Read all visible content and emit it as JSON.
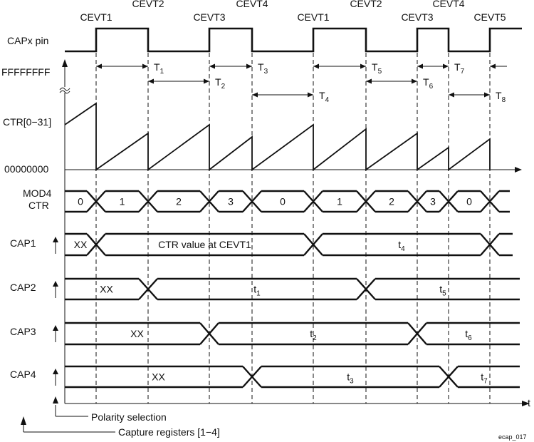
{
  "events": [
    "CEVT1",
    "CEVT2",
    "CEVT3",
    "CEVT4",
    "CEVT1",
    "CEVT2",
    "CEVT3",
    "CEVT4",
    "CEVT5"
  ],
  "labels": {
    "capx_pin": "CAPx pin",
    "ffffffff": "FFFFFFFF",
    "ctr": "CTR[0−31]",
    "zero": "00000000",
    "mod4_line1": "MOD4",
    "mod4_line2": "CTR",
    "cap1": "CAP1",
    "cap2": "CAP2",
    "cap3": "CAP3",
    "cap4": "CAP4",
    "time_axis": "t",
    "polarity_selection": "Polarity selection",
    "capture_registers": "Capture registers [1−4]",
    "figure_id": "ecap_017"
  },
  "intervals": [
    {
      "name": "T",
      "sub": "1"
    },
    {
      "name": "T",
      "sub": "2"
    },
    {
      "name": "T",
      "sub": "3"
    },
    {
      "name": "T",
      "sub": "4"
    },
    {
      "name": "T",
      "sub": "5"
    },
    {
      "name": "T",
      "sub": "6"
    },
    {
      "name": "T",
      "sub": "7"
    },
    {
      "name": "T",
      "sub": "8"
    }
  ],
  "mod4_values": [
    "0",
    "1",
    "2",
    "3",
    "0",
    "1",
    "2",
    "3",
    "0"
  ],
  "cap1_values": [
    {
      "main": "XX",
      "sub": ""
    },
    {
      "main": "CTR value at CEVT1",
      "sub": ""
    },
    {
      "main": "t",
      "sub": "4"
    }
  ],
  "cap2_values": [
    {
      "main": "XX",
      "sub": ""
    },
    {
      "main": "t",
      "sub": "1"
    },
    {
      "main": "t",
      "sub": "5"
    }
  ],
  "cap3_values": [
    {
      "main": "XX",
      "sub": ""
    },
    {
      "main": "t",
      "sub": "2"
    },
    {
      "main": "t",
      "sub": "6"
    }
  ],
  "cap4_values": [
    {
      "main": "XX",
      "sub": ""
    },
    {
      "main": "t",
      "sub": "3"
    },
    {
      "main": "t",
      "sub": "7"
    }
  ]
}
